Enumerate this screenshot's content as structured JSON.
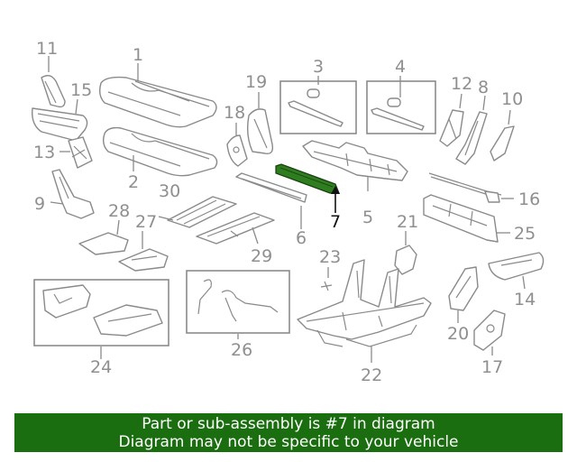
{
  "highlight_color": "#2e7d1e",
  "banner_color": "#1a6e0f",
  "labels": {
    "p1": "1",
    "p2": "2",
    "p3": "3",
    "p4": "4",
    "p5": "5",
    "p6": "6",
    "p7": "7",
    "p8": "8",
    "p9": "9",
    "p10": "10",
    "p11": "11",
    "p12": "12",
    "p13": "13",
    "p14": "14",
    "p15": "15",
    "p16": "16",
    "p17": "17",
    "p18": "18",
    "p19": "19",
    "p20": "20",
    "p21": "21",
    "p22": "22",
    "p23": "23",
    "p24": "24",
    "p25": "25",
    "p26": "26",
    "p27": "27",
    "p28": "28",
    "p29": "29",
    "p30": "30"
  },
  "banner": {
    "line1": "Part or sub-assembly is #7 in diagram",
    "line2": "Diagram may not be specific to your vehicle"
  }
}
